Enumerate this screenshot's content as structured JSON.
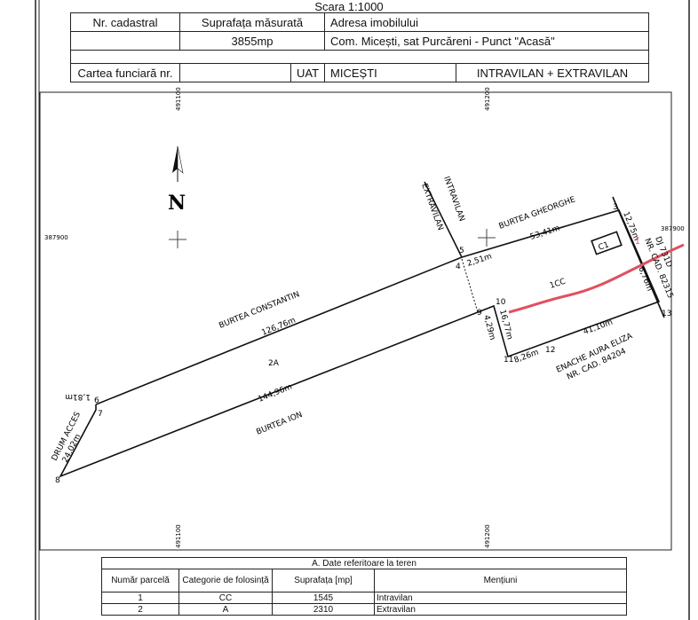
{
  "scale": "Scara 1:1000",
  "header": {
    "nr_cadastral_label": "Nr. cadastral",
    "suprafata_label": "Suprafața măsurată",
    "adresa_label": "Adresa imobilului",
    "suprafata_value": "3855mp",
    "adresa_value": "Com. Micești, sat Purcăreni - Punct \"Acasă\"",
    "carte_label": "Cartea funciară nr.",
    "uat_label": "UAT",
    "uat_value": "MICEȘTI",
    "zone_value": "INTRAVILAN + EXTRAVILAN"
  },
  "plan": {
    "north": "N",
    "grid": {
      "x1": "491100",
      "x2": "491200",
      "y": "387900"
    },
    "neighbors": {
      "top_right": "BURTEA GHEORGHE",
      "top_left": "BURTEA CONSTANTIN",
      "bottom_left": "BURTEA ION",
      "left": "DRUM ACCES",
      "right": "DJ 731D",
      "right_cad": "NR. CAD. 82315",
      "bottom_right": "ENACHE AURA ELIZA",
      "bottom_right_cad": "NR. CAD. 84204"
    },
    "zones": {
      "intra": "INTRAVILAN",
      "extra": "EXTRAVILAN"
    },
    "parcels": {
      "p1": "1CC",
      "p2": "2A",
      "building": "C1"
    },
    "lengths": {
      "l53": "53,41m",
      "l45": "2,51m",
      "l3": "12,75m",
      "l13": "6,76m",
      "l126": "126,76m",
      "l144": "144,96m",
      "l24": "24,02m",
      "l18": "1,81m",
      "l429": "4,29m",
      "l1677": "16,77m",
      "l826": "8,26m",
      "l4110": "41,10m"
    },
    "points": [
      "1",
      "3",
      "4",
      "5",
      "6",
      "7",
      "8",
      "9",
      "10",
      "11",
      "12",
      "13"
    ],
    "annotation_color": "#e05060"
  },
  "table": {
    "title": "A. Date referitoare la teren",
    "headers": [
      "Număr parcelă",
      "Categorie de folosință",
      "Suprafața [mp]",
      "Mențiuni"
    ],
    "rows": [
      [
        "1",
        "CC",
        "1545",
        "Intravilan"
      ],
      [
        "2",
        "A",
        "2310",
        "Extravilan"
      ]
    ]
  }
}
